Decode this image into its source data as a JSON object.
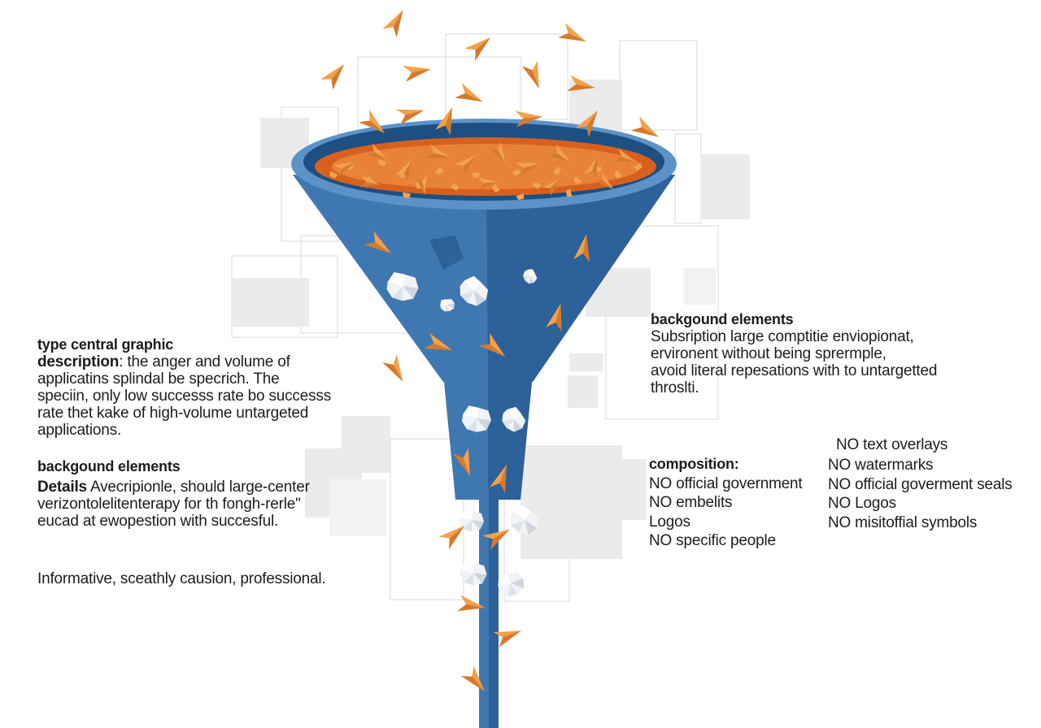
{
  "left_panel": {
    "block1": {
      "heading": "type central graphic",
      "label": "description",
      "label_suffix": ": the anger and volume of",
      "lines": [
        "applicatins splindal be specrich. The",
        "speciin, only low successs rate bo successs",
        "rate thet kake of high-volume untargeted",
        "applications."
      ]
    },
    "block2": {
      "heading": "backgound elements",
      "label": "Details",
      "label_suffix": " Avecripionle, should large-center",
      "lines": [
        "verizontolelitenterapy for th fongh-rerle\"",
        "eucad at ewopestion with succesful."
      ]
    },
    "footer": "Informative, sceathly causion, professional."
  },
  "right_panel": {
    "block1": {
      "heading": "backgound elements",
      "lines": [
        "Subsription large comptitie enviopionat,",
        "ervironent without being sprermple,",
        "avoid literal repesations with to untargetted",
        "throslti."
      ]
    },
    "composition": {
      "heading": "composition:",
      "col1": [
        "NO official government",
        "NO embelits",
        "Logos",
        "NO specific people"
      ],
      "col2_top": "NO text overlays",
      "col2": [
        "NO watermarks",
        "NO official goverment seals",
        "NO Logos",
        "NO misitoffial symbols"
      ]
    }
  },
  "colors": {
    "funnel_blue": "#3f78b0",
    "funnel_dark": "#24578e",
    "funnel_rim": "#5b93c9",
    "paper_orange": "#f2a14c",
    "paper_shadow": "#d47a2c",
    "crumpled_white": "#f1f3f6"
  }
}
